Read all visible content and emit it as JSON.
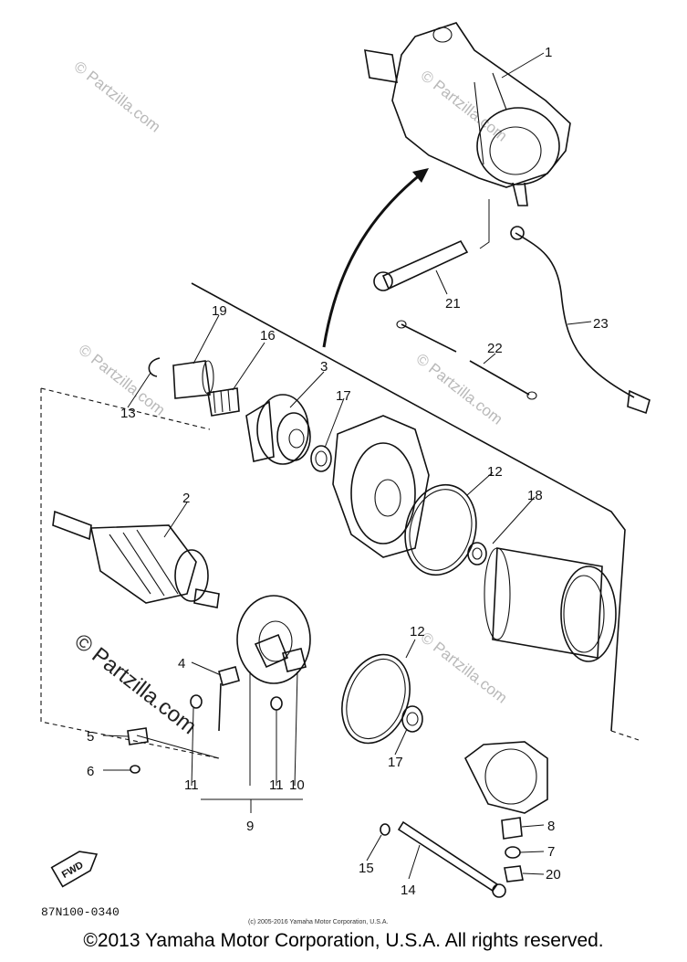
{
  "callouts": {
    "c1": "1",
    "c2": "2",
    "c3": "3",
    "c4": "4",
    "c5": "5",
    "c6": "6",
    "c7": "7",
    "c8": "8",
    "c9": "9",
    "c10": "10",
    "c11a": "11",
    "c11b": "11",
    "c12a": "12",
    "c12b": "12",
    "c13": "13",
    "c14": "14",
    "c15": "15",
    "c16": "16",
    "c17a": "17",
    "c17b": "17",
    "c18": "18",
    "c19": "19",
    "c20": "20",
    "c21": "21",
    "c22": "22",
    "c23": "23"
  },
  "drawing_code": "87N100-0340",
  "fwd_label": "FWD",
  "copyright_small": "(c) 2005-2016 Yamaha Motor Corporation, U.S.A.",
  "watermarks": {
    "w1": "© Partzilla.com",
    "w2": "© Partzilla.com",
    "w3": "© Partzilla.com",
    "w4": "© Partzilla.com",
    "w5": "© Partzilla.com",
    "w_big": "© Partzilla.com"
  },
  "footer_copyright": "©2013 Yamaha Motor Corporation, U.S.A. All rights reserved."
}
